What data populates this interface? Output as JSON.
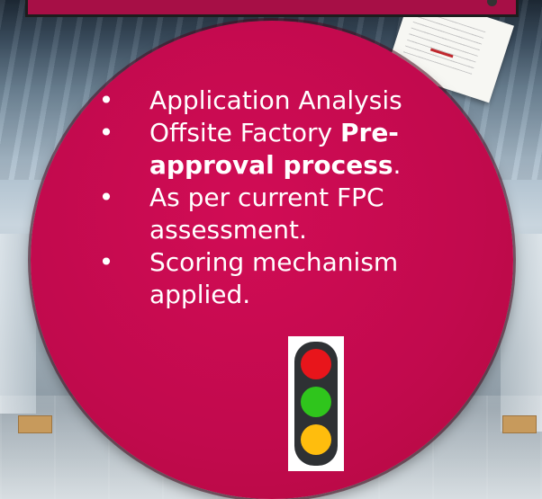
{
  "bullets": [
    {
      "marker": "•",
      "text": "Application Analysis"
    },
    {
      "marker": "•",
      "text_start": "Offsite Factory ",
      "text_bold": "Pre-\napproval process",
      "text_end": "."
    },
    {
      "marker": "•",
      "text": "As per current FPC assessment."
    },
    {
      "marker": "•",
      "text": "Scoring mechanism applied."
    }
  ],
  "colors": {
    "circle_fill": "#c10a4d",
    "banner_fill": "#a70f46",
    "text": "#ffffff",
    "light_red": "#e8151b",
    "light_green": "#2fc51c",
    "light_yellow": "#ffbd0d",
    "light_housing": "#2e3134"
  },
  "icons": {
    "traffic_light": "traffic-light-icon"
  }
}
